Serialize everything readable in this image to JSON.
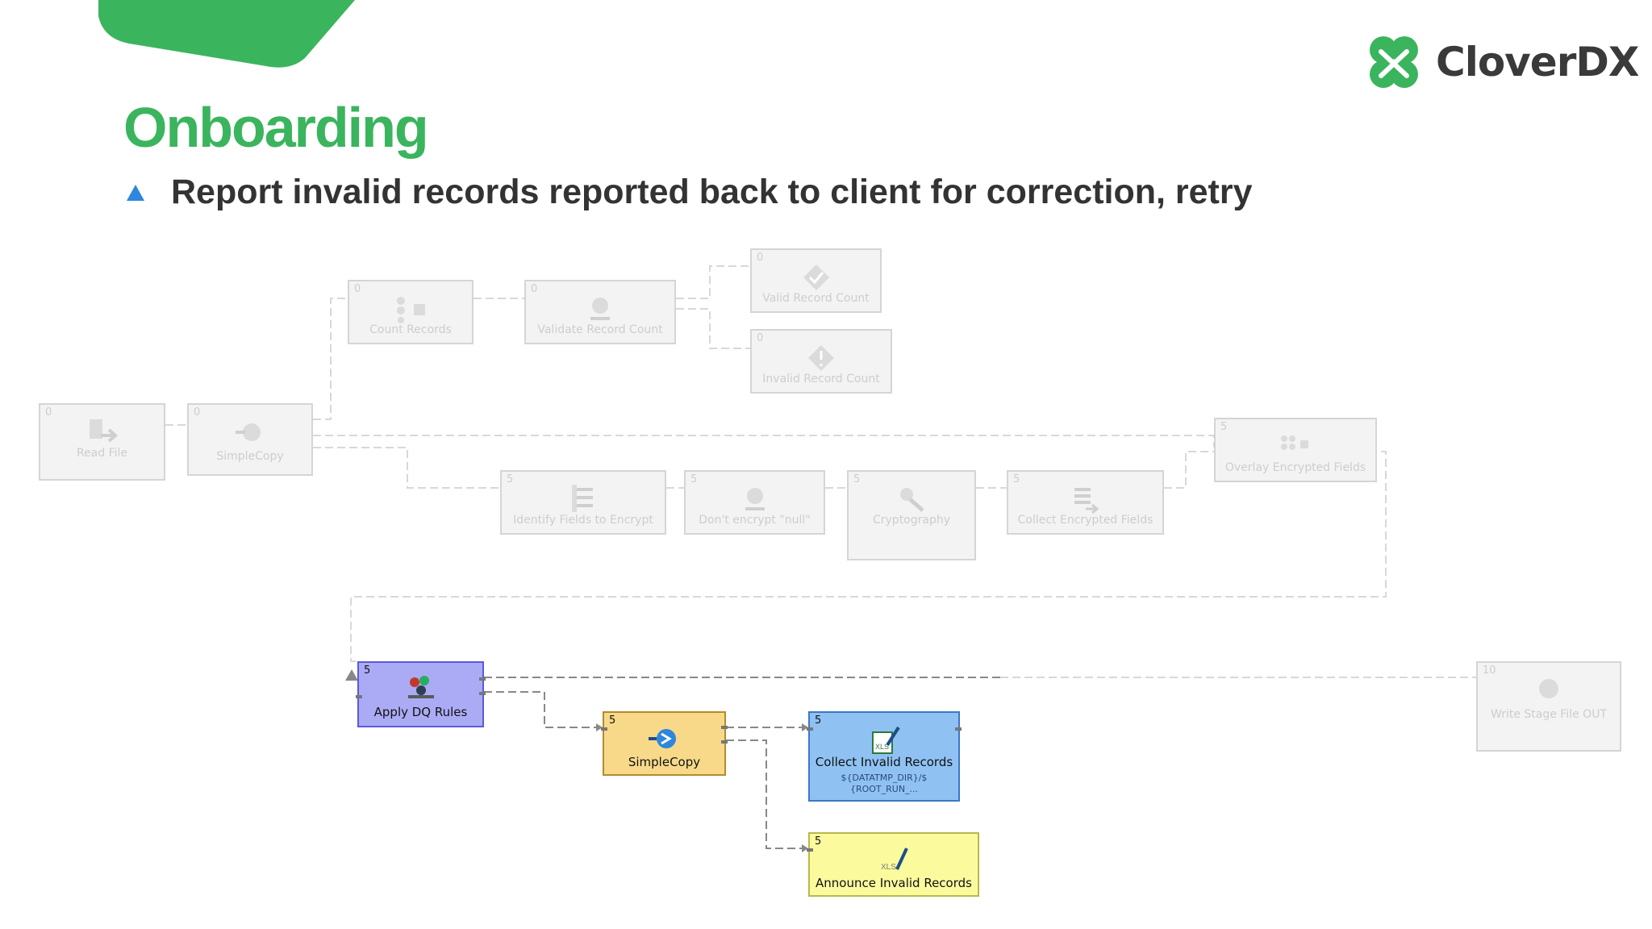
{
  "slide": {
    "title": "Onboarding",
    "bullet": "Report invalid records reported back to client for correction, retry"
  },
  "logo": {
    "text": "CloverDX",
    "icon": "clover-leaf-icon",
    "color": "#3bb45e"
  },
  "colors": {
    "accent": "#3bb45e",
    "bullet": "#2e86de",
    "text": "#333333"
  },
  "diagram": {
    "nodes": {
      "read_file": {
        "phase": "0",
        "label": "Read File"
      },
      "simplecopy_top": {
        "phase": "0",
        "label": "SimpleCopy"
      },
      "count_records": {
        "phase": "0",
        "label": "Count Records"
      },
      "validate_count": {
        "phase": "0",
        "label": "Validate Record Count"
      },
      "valid_count": {
        "phase": "0",
        "label": "Valid Record Count"
      },
      "invalid_count": {
        "phase": "0",
        "label": "Invalid Record Count"
      },
      "overlay": {
        "phase": "5",
        "label": "Overlay Encrypted Fields"
      },
      "identify": {
        "phase": "5",
        "label": "Identify Fields to Encrypt"
      },
      "dont_encrypt": {
        "phase": "5",
        "label": "Don't encrypt \"null\""
      },
      "cryptography": {
        "phase": "5",
        "label": "Cryptography"
      },
      "collect_enc": {
        "phase": "5",
        "label": "Collect Encrypted Fields"
      },
      "apply_dq": {
        "phase": "5",
        "label": "Apply DQ Rules"
      },
      "simplecopy_mid": {
        "phase": "5",
        "label": "SimpleCopy"
      },
      "collect_invalid": {
        "phase": "5",
        "label": "Collect Invalid Records",
        "sub1": "${DATATMP_DIR}/$",
        "sub2": "{ROOT_RUN_..."
      },
      "announce": {
        "phase": "5",
        "label": "Announce Invalid Records"
      },
      "write_stage": {
        "phase": "10",
        "label": "Write Stage File OUT"
      }
    }
  }
}
